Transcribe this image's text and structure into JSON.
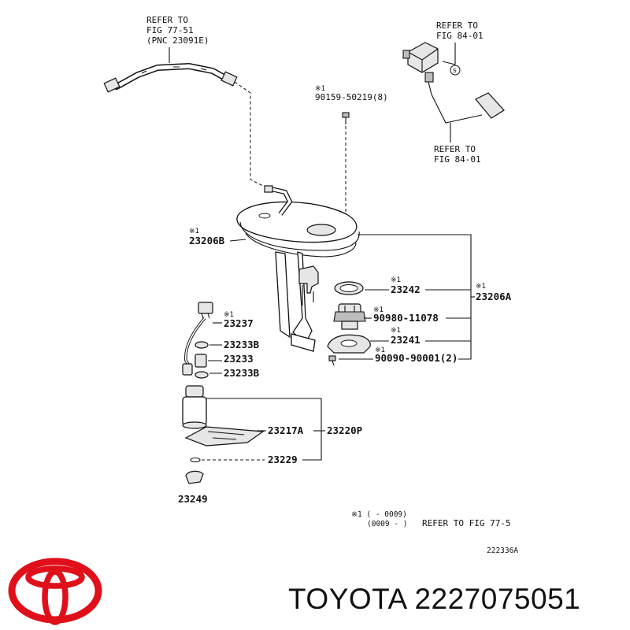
{
  "brand": {
    "name": "TOYOTA",
    "part_number": "2227075051",
    "logo_color": "#e0101a"
  },
  "diagram": {
    "footnote_mark": "※1",
    "labels": {
      "refer_top_left": [
        "REFER TO",
        "FIG 77-51",
        "(PNC 23091E)"
      ],
      "refer_top_right": [
        "REFER TO",
        "FIG 84-01"
      ],
      "refer_mid_right": [
        "REFER TO",
        "FIG 84-01"
      ],
      "screw": "90159-50219(8)",
      "p23206B": "23206B",
      "p23242": "23242",
      "p23206A": "23206A",
      "p90980": "90980-11078",
      "p23241": "23241",
      "p90090": "90090-90001(2)",
      "p23237": "23237",
      "p23233B_1": "23233B",
      "p23233": "23233",
      "p23233B_2": "23233B",
      "p23217A": "23217A",
      "p23220P": "23220P",
      "p23229": "23229",
      "p23249": "23249"
    },
    "footnote": {
      "line1": "※1 (      - 0009)",
      "line2": "(0009 -      )",
      "refer": "REFER TO FIG 77-5"
    },
    "figure_id": "222336A"
  },
  "icons": {
    "logo": "toyota-logo-icon",
    "circle_s": "circled-s-icon"
  }
}
